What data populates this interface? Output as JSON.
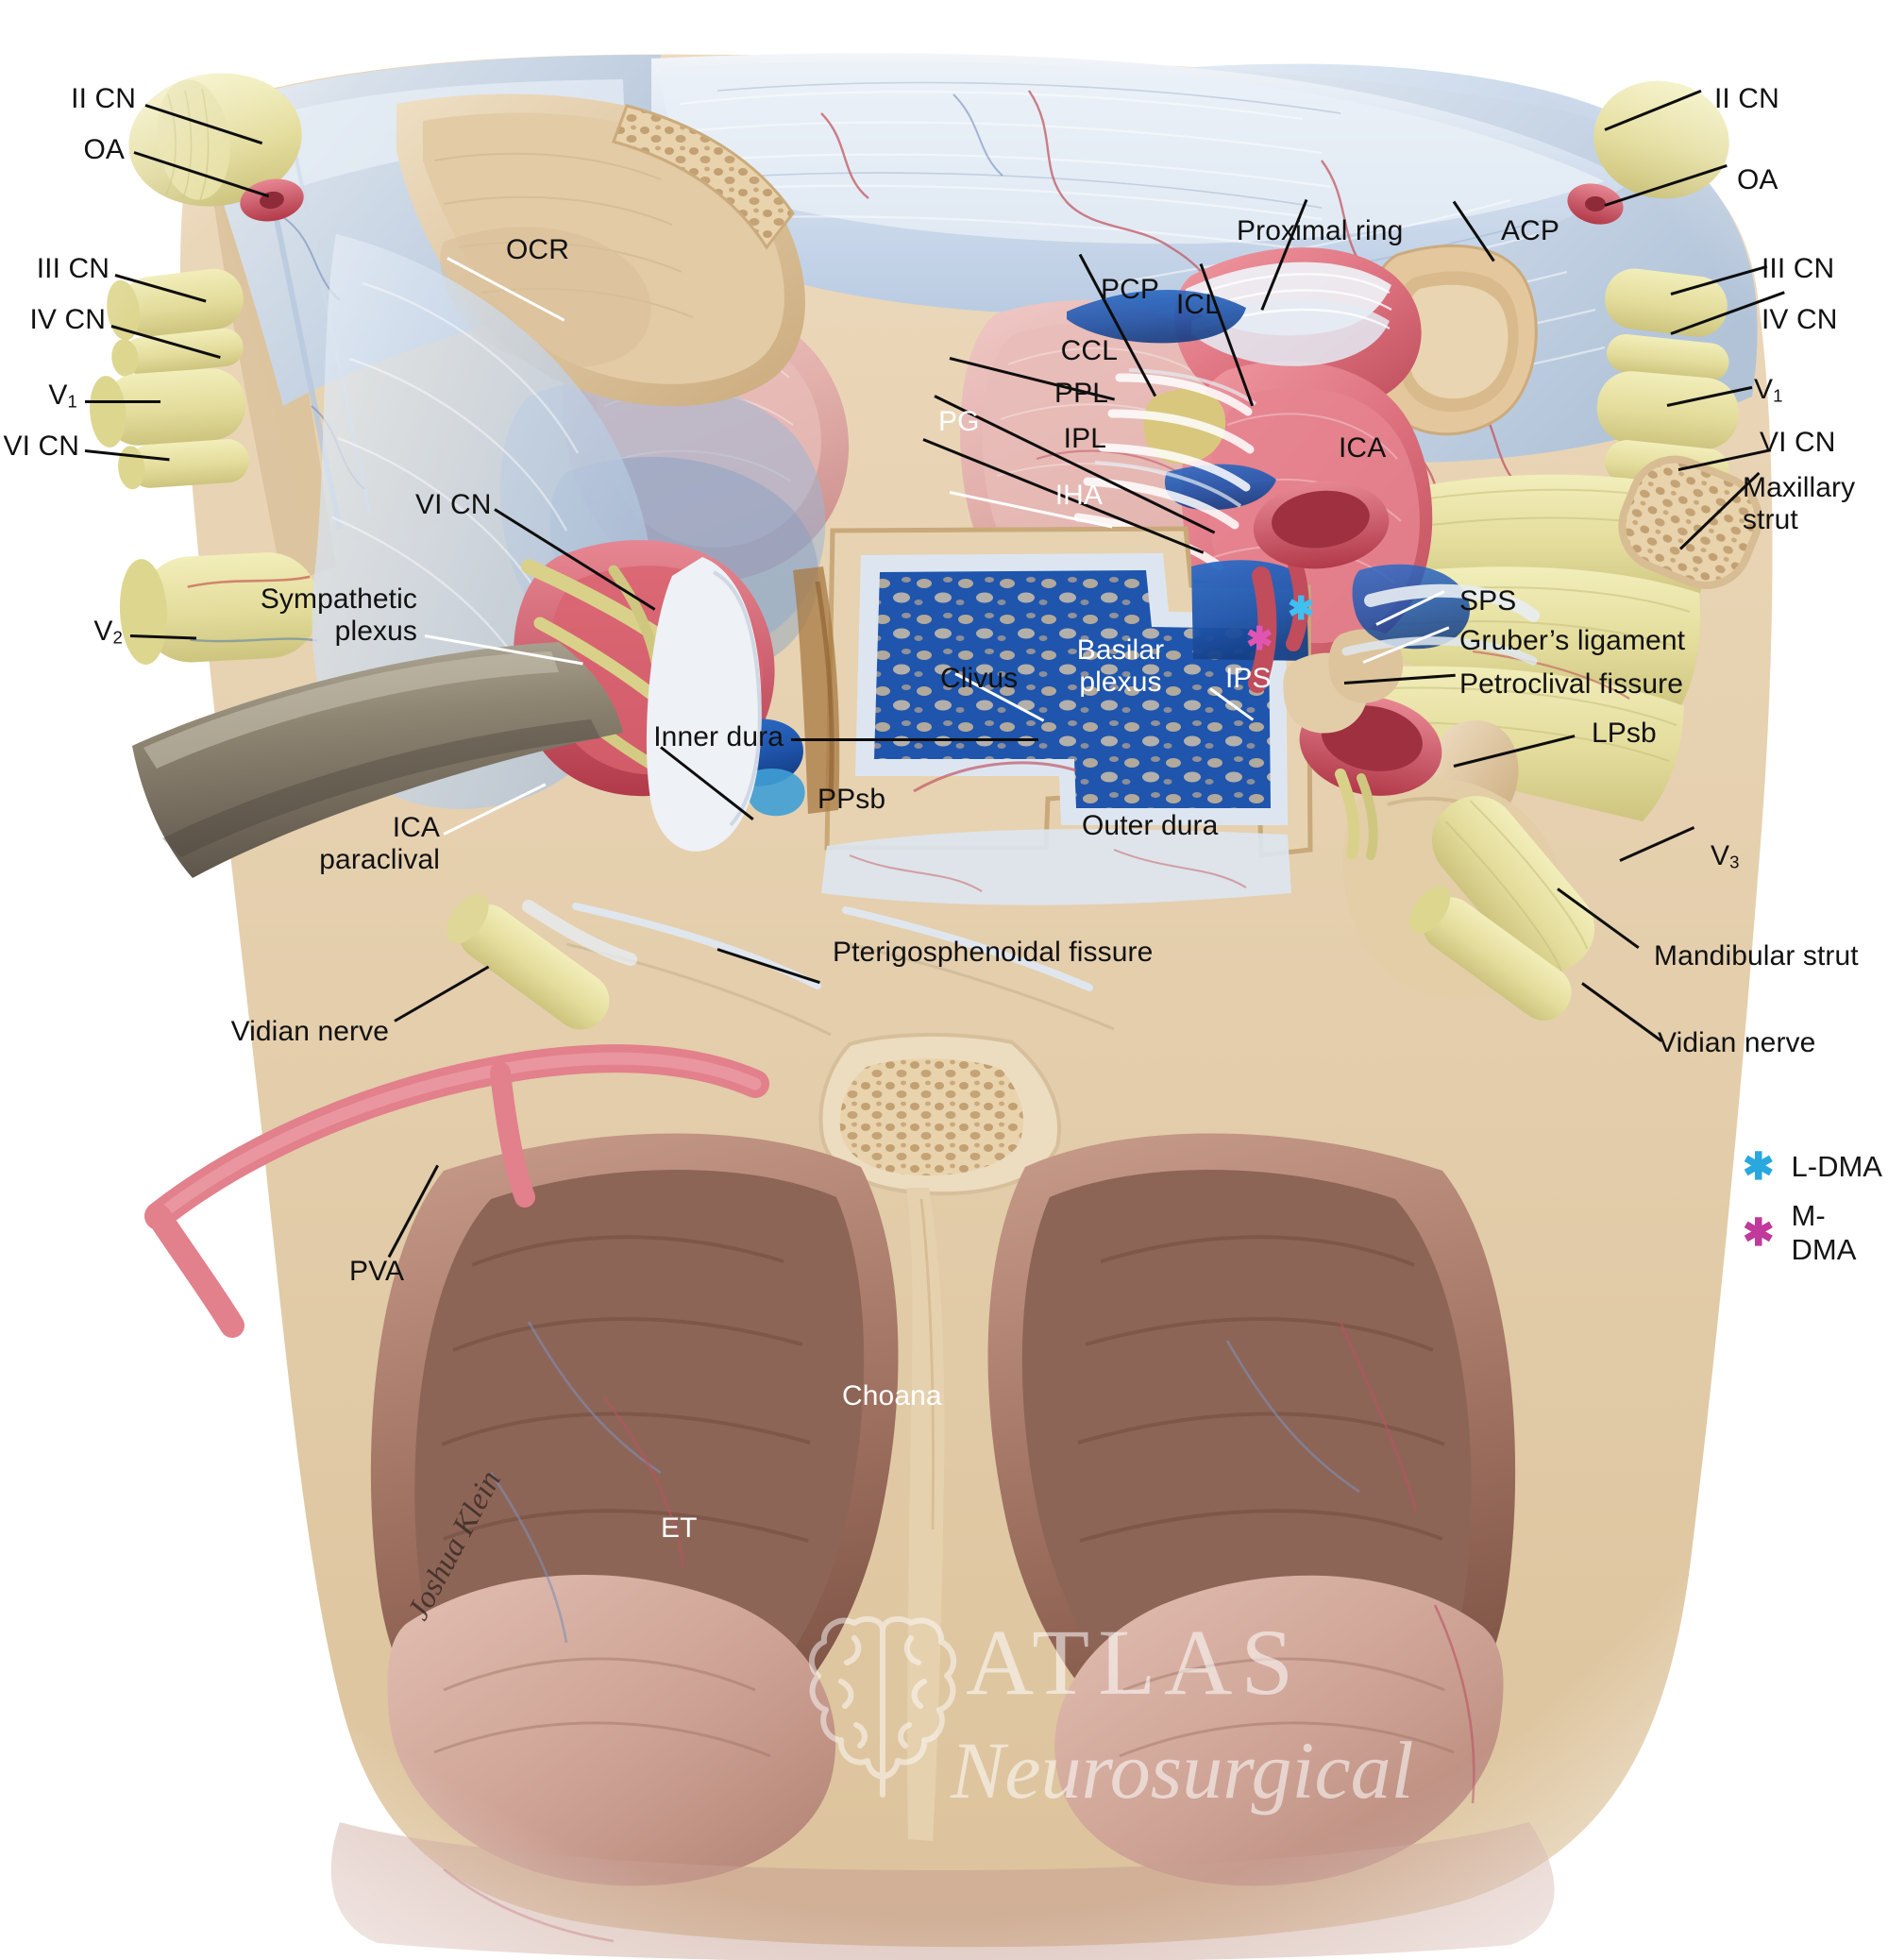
{
  "figure": {
    "title": "Endoscopic endonasal view of the sellar, parasellar and clival region",
    "watermark": {
      "brand": "ATLAS",
      "subbrand": "Neurosurgical",
      "icon": "brain-outline-icon"
    },
    "signature": "Joshua Klein"
  },
  "colors": {
    "bone": "#e4cfae",
    "bone_light": "#f0e2cb",
    "bone_deep": "#c9a97a",
    "nerve": "#e9e3a8",
    "nerve_dark": "#d8d089",
    "artery": "#e0717c",
    "artery_dark": "#c04c5c",
    "artery_deep": "#b23a4a",
    "dura": "#c9d6e6",
    "dura_blue": "#b3c7de",
    "venous": "#1f59b4",
    "venous_dark": "#16428a",
    "pituitary": "#e0aeb0",
    "mucosa": "#a07263",
    "mucosa_dark": "#7d5244",
    "instrument": "#8e8472",
    "l_dma_asterisk": "#29a8e0",
    "m_dma_asterisk": "#c0399b",
    "label_text": "#111111",
    "label_text_white": "#ffffff",
    "leader_dark": "#0d0d0d",
    "leader_white": "#ffffff"
  },
  "legend": {
    "items": [
      {
        "marker": "asterisk",
        "color": "#29a8e0",
        "label": "L-DMA"
      },
      {
        "marker": "asterisk",
        "color": "#c0399b",
        "label": "M-DMA"
      }
    ]
  },
  "labels_left": [
    {
      "id": "ii-cn-left",
      "text": "II CN"
    },
    {
      "id": "oa-left",
      "text": "OA"
    },
    {
      "id": "iii-cn-left",
      "text": "III CN"
    },
    {
      "id": "iv-cn-left",
      "text": "IV CN"
    },
    {
      "id": "v1-left",
      "text": "V",
      "sub": "1"
    },
    {
      "id": "vi-cn-left",
      "text": "VI CN"
    },
    {
      "id": "v2-left",
      "text": "V",
      "sub": "2"
    },
    {
      "id": "sympathetic-plexus",
      "text": "Sympathetic\nplexus"
    },
    {
      "id": "vi-cn-mid",
      "text": "VI CN"
    },
    {
      "id": "ica-paraclival",
      "text": "ICA\nparaclival"
    },
    {
      "id": "vidian-nerve-left",
      "text": "Vidian nerve"
    },
    {
      "id": "pva",
      "text": "PVA"
    }
  ],
  "labels_center": [
    {
      "id": "ocr",
      "text": "OCR"
    },
    {
      "id": "pg",
      "text": "PG"
    },
    {
      "id": "pcp",
      "text": "PCP"
    },
    {
      "id": "icl",
      "text": "ICL"
    },
    {
      "id": "ccl",
      "text": "CCL"
    },
    {
      "id": "ppl",
      "text": "PPL"
    },
    {
      "id": "ipl",
      "text": "IPL"
    },
    {
      "id": "iha",
      "text": "IHA"
    },
    {
      "id": "proximal-ring",
      "text": "Proximal ring"
    },
    {
      "id": "acp",
      "text": "ACP"
    },
    {
      "id": "ica",
      "text": "ICA"
    },
    {
      "id": "clivus",
      "text": "Clivus"
    },
    {
      "id": "basilar-plexus",
      "text": "Basilar\nplexus"
    },
    {
      "id": "ips",
      "text": "IPS"
    },
    {
      "id": "inner-dura",
      "text": "Inner dura"
    },
    {
      "id": "outer-dura",
      "text": "Outer dura"
    },
    {
      "id": "ppsb",
      "text": "PPsb"
    },
    {
      "id": "pterigosphenoidal-fissure",
      "text": "Pterigosphenoidal fissure"
    },
    {
      "id": "choana",
      "text": "Choana"
    },
    {
      "id": "et",
      "text": "ET"
    }
  ],
  "labels_right": [
    {
      "id": "ii-cn-right",
      "text": "II CN"
    },
    {
      "id": "oa-right",
      "text": "OA"
    },
    {
      "id": "iii-cn-right",
      "text": "III CN"
    },
    {
      "id": "iv-cn-right",
      "text": "IV CN"
    },
    {
      "id": "v1-right",
      "text": "V",
      "sub": "1"
    },
    {
      "id": "vi-cn-right",
      "text": "VI CN"
    },
    {
      "id": "maxillary-strut",
      "text": "Maxillary\nstrut"
    },
    {
      "id": "sps",
      "text": "SPS"
    },
    {
      "id": "grubers-ligament",
      "text": "Gruber’s ligament"
    },
    {
      "id": "petroclival-fissure",
      "text": "Petroclival fissure"
    },
    {
      "id": "lpsb",
      "text": "LPsb"
    },
    {
      "id": "v3-right",
      "text": "V",
      "sub": "3"
    },
    {
      "id": "mandibular-strut",
      "text": "Mandibular strut"
    },
    {
      "id": "vidian-nerve-right",
      "text": "Vidian nerve"
    }
  ]
}
